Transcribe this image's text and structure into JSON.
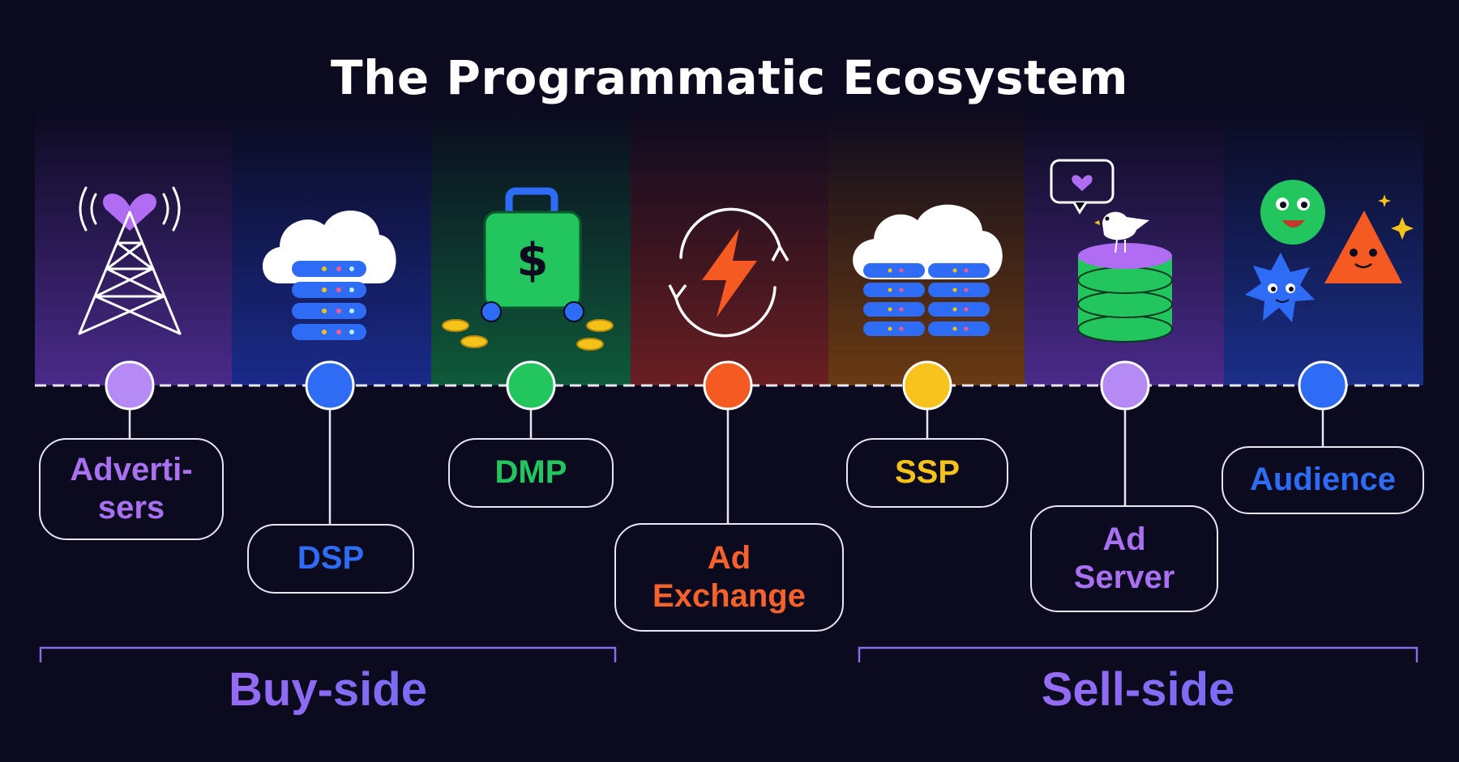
{
  "title": "The Programmatic Ecosystem",
  "nodes": [
    {
      "id": "advertisers",
      "label": "Adverti-\nsers",
      "color": "#a970f0",
      "dot": "#b58af5",
      "icon": "broadcast-tower-heart-icon"
    },
    {
      "id": "dsp",
      "label": "DSP",
      "color": "#2f6cf6",
      "dot": "#2f6cf6",
      "icon": "cloud-server-icon"
    },
    {
      "id": "dmp",
      "label": "DMP",
      "color": "#22c55e",
      "dot": "#22c55e",
      "icon": "money-suitcase-icon"
    },
    {
      "id": "ad-exchange",
      "label": "Ad\nExchange",
      "color": "#f5622d",
      "dot": "#f55a23",
      "icon": "lightning-exchange-icon"
    },
    {
      "id": "ssp",
      "label": "SSP",
      "color": "#f5c21b",
      "dot": "#f8c31d",
      "icon": "cloud-server-stack-icon"
    },
    {
      "id": "ad-server",
      "label": "Ad\nServer",
      "color": "#a970f0",
      "dot": "#b58af5",
      "icon": "bird-database-icon"
    },
    {
      "id": "audience",
      "label": "Audience",
      "color": "#2f6cf6",
      "dot": "#2f6cf6",
      "icon": "audience-characters-icon"
    }
  ],
  "sides": [
    {
      "id": "buy-side",
      "label": "Buy-side"
    },
    {
      "id": "sell-side",
      "label": "Sell-side"
    }
  ],
  "colors": {
    "background": "#0b0a1f",
    "bracket": "#8a6ae8"
  }
}
